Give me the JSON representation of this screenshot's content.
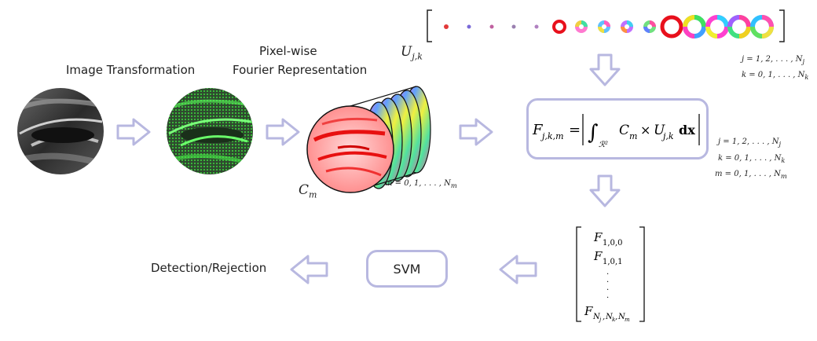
{
  "labels": {
    "image_transformation": "Image Transformation",
    "pixelwise_line1": "Pixel-wise",
    "pixelwise_line2": "Fourier Representation",
    "detection_rejection": "Detection/Rejection",
    "svm": "SVM",
    "u_jk": "U",
    "u_jk_sub": "j,k",
    "c_m": "C",
    "c_m_sub": "m"
  },
  "index_ranges": {
    "u_j": "j = 1, 2, . . . , N",
    "u_j_sub": "j",
    "u_k": "k = 0, 1, . . . , N",
    "u_k_sub": "k",
    "f_j": "j = 1, 2, . . . , N",
    "f_j_sub": "j",
    "f_k": "k = 0, 1, . . . , N",
    "f_k_sub": "k",
    "f_m": "m = 0, 1, . . . , N",
    "f_m_sub": "m",
    "c_m": "m = 0, 1, . . . , N",
    "c_m_sub": "m"
  },
  "formula": {
    "lhs": "F",
    "lhs_sub": "j,k,m",
    "body": "C",
    "body_sub": "m",
    "times": "×",
    "u": "U",
    "u_sub": "j,k",
    "dx": "dx",
    "domain": "ℛ²"
  },
  "vector": {
    "row1": "F",
    "row1_sub": "1,0,0",
    "row2": "F",
    "row2_sub": "1,0,1",
    "last": "F",
    "last_sub": "N",
    "last_sub_j": "j",
    "last_sub_k": "k",
    "last_sub_m": "m"
  },
  "colors": {
    "arrow": "#b8b8e0",
    "box_border": "#b8b8e0"
  }
}
